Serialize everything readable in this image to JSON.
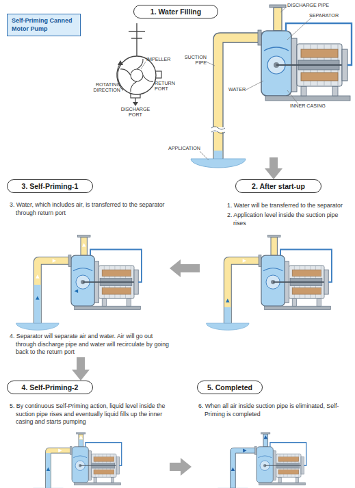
{
  "diagram": {
    "title": "Self-Priming Canned Motor Pump",
    "nodes": [
      {
        "text": [
          "1. Water Filling"
        ]
      },
      {
        "text": [
          "2. After start-up",
          "1. Water will be transferred to the separator",
          "2. Application level inside the suction pipe rises"
        ]
      },
      {
        "text": [
          "3. Self-Priming-1",
          "3. Water, which includes air, is transferred to the separator through return port",
          "4. Separator will separate air and water. Air will go out through discharge pipe and water will recirculate by going back to the return port"
        ]
      },
      {
        "text": [
          "4. Self-Priming-2",
          "5. By continuous Self-Priming action, liquid level inside the suction pipe rises and eventually liquid fills up the inner casing and starts pumping"
        ]
      },
      {
        "text": [
          "5. Completed",
          "6. When all air inside suction pipe is eliminated, Self-Priming is completed"
        ]
      }
    ],
    "edges": [
      {
        "from": 0,
        "to": 1,
        "arrow": "to"
      },
      {
        "from": 1,
        "to": 2,
        "arrow": "to"
      },
      {
        "from": 2,
        "to": 3,
        "arrow": "to"
      },
      {
        "from": 3,
        "to": 4,
        "arrow": "to"
      }
    ],
    "labels": [
      "DISCHARGE PIPE",
      "SEPARATOR",
      "IMPELLER",
      "SUCTION PIPE",
      "ROTATING DIRECTION",
      "RETURN PORT",
      "WATER",
      "DISCHARGE PORT",
      "INNER CASING",
      "APPLICATION"
    ]
  }
}
